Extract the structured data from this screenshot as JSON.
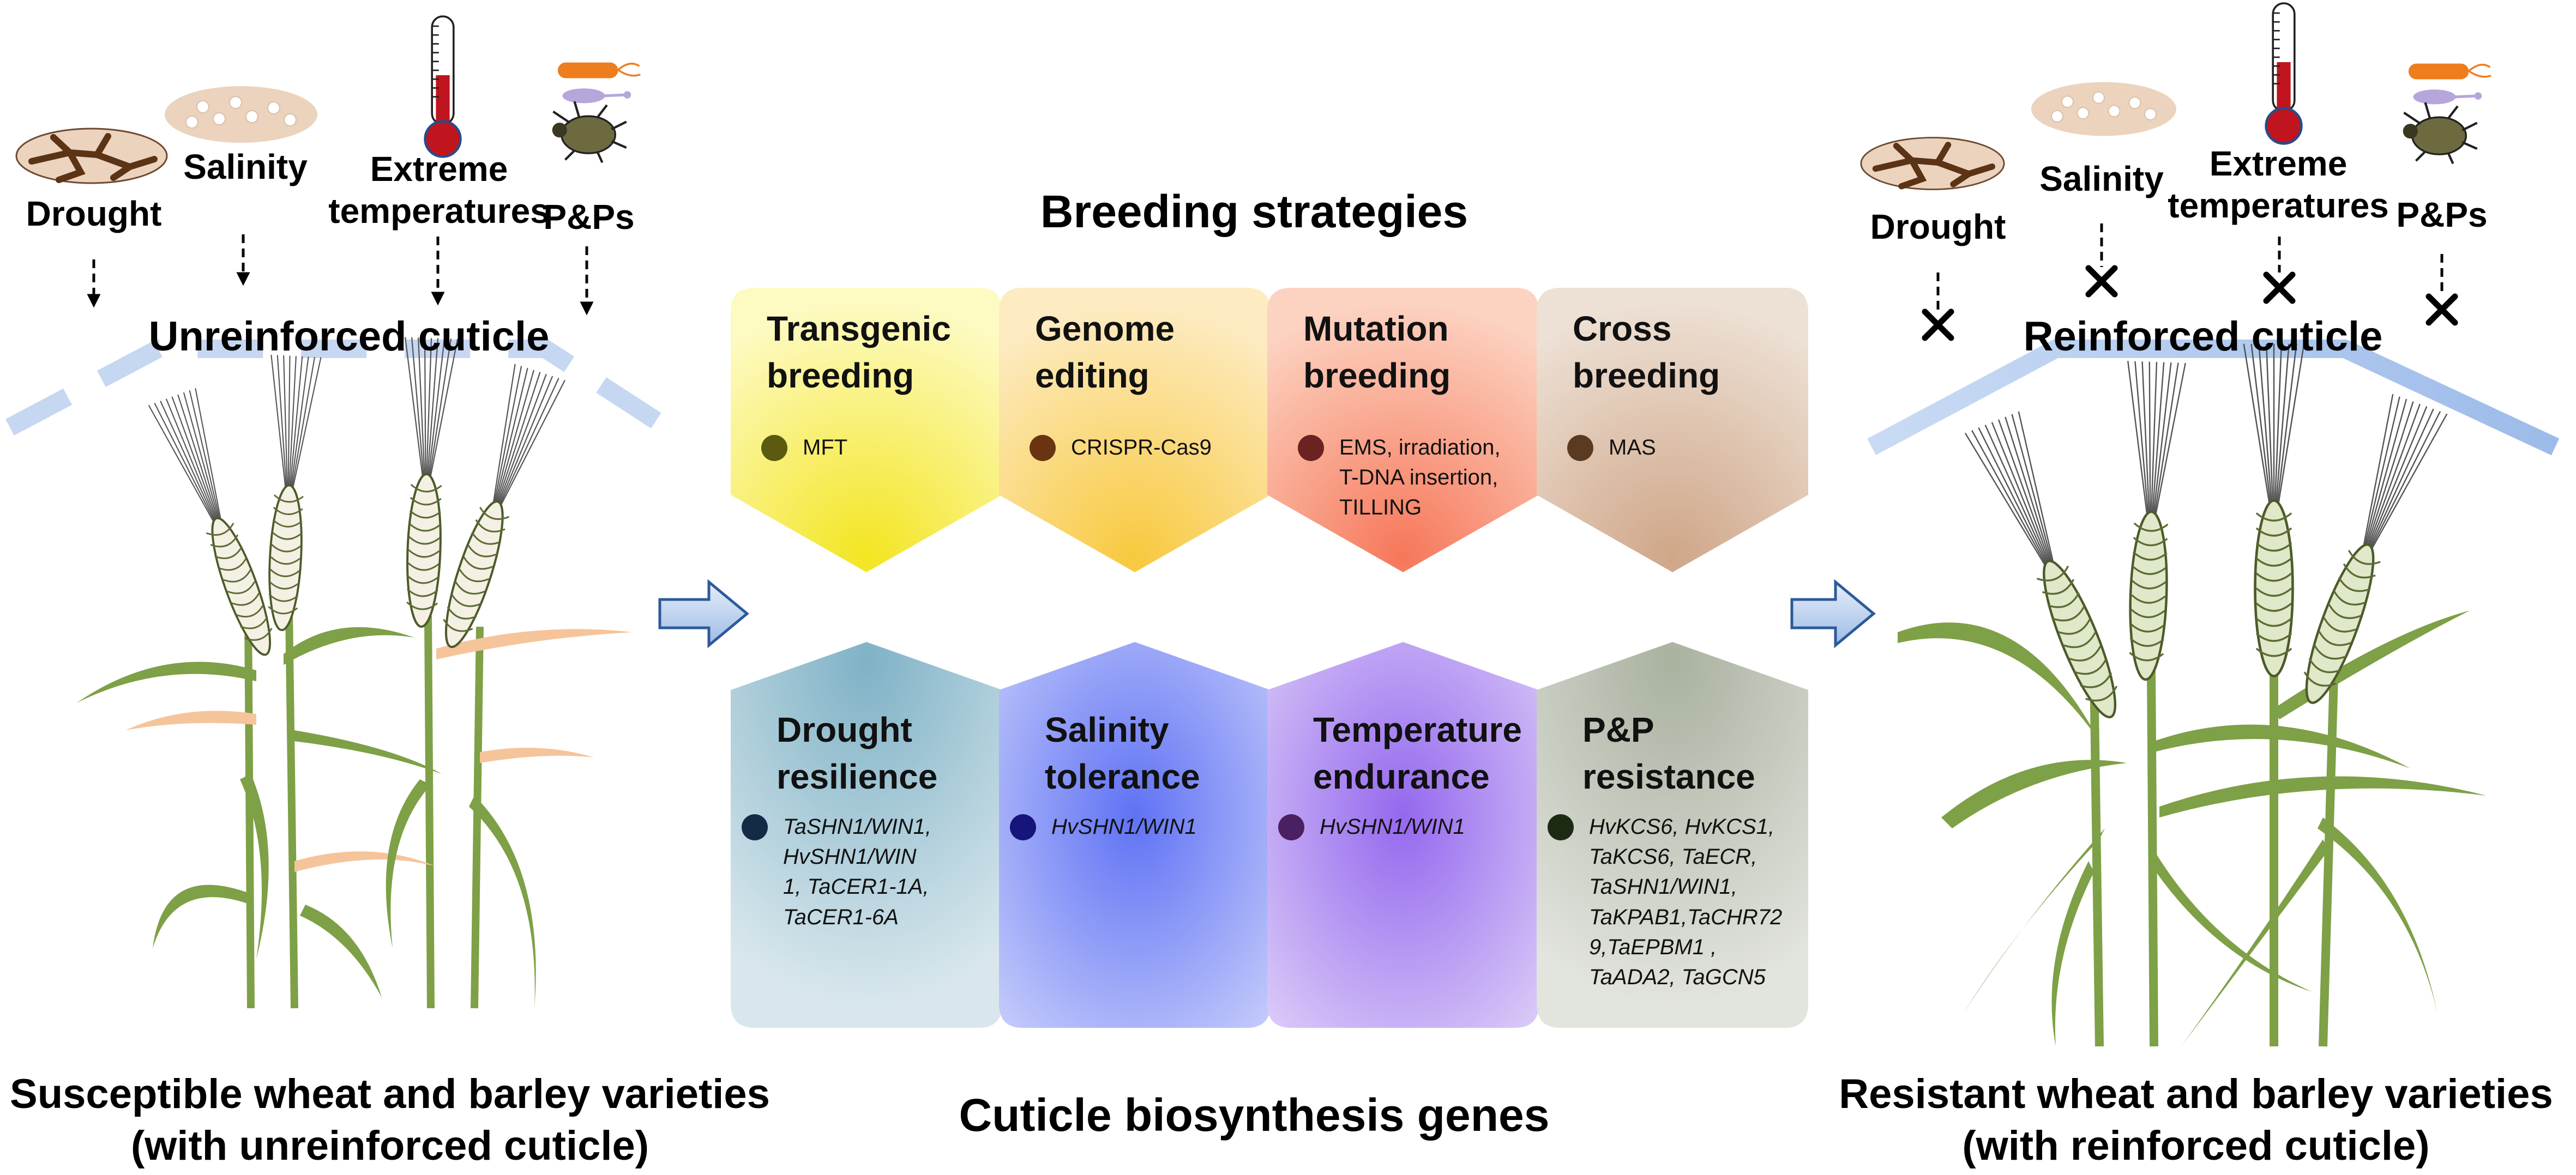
{
  "title_top": "Breeding strategies",
  "title_bottom": "Cuticle biosynthesis genes",
  "left": {
    "cuticle_label": "Unreinforced cuticle",
    "caption": [
      "Susceptible wheat and barley varieties",
      "(with unreinforced cuticle)"
    ],
    "stresses": [
      "Drought",
      "Salinity",
      "Extreme temperatures",
      "P&Ps"
    ]
  },
  "right": {
    "cuticle_label": "Reinforced cuticle",
    "caption": [
      "Resistant wheat and barley varieties",
      "(with reinforced cuticle)"
    ],
    "stresses": [
      "Drought",
      "Salinity",
      "Extreme temperatures",
      "P&Ps"
    ]
  },
  "strategies": [
    {
      "title": "Transgenic\nbreeding",
      "items": "MFT",
      "color": "#f7f06a",
      "dot": "#5a5a10"
    },
    {
      "title": "Genome\nediting",
      "items": "CRISPR-Cas9",
      "color": "#fbd27a",
      "dot": "#6b3410"
    },
    {
      "title": "Mutation\nbreeding",
      "items": "EMS, irradiation,\nT-DNA insertion,\nTILLING",
      "color": "#f89a7c",
      "dot": "#6b2222"
    },
    {
      "title": "Cross\nbreeding",
      "items": "MAS",
      "color": "#d8b9a2",
      "dot": "#5a3a20"
    }
  ],
  "traits": [
    {
      "title": "Drought\nresilience",
      "genes": "TaSHN1/WIN1,\nHvSHN1/WIN\n1, TaCER1-1A,\nTaCER1-6A",
      "color": "#a5c6d4",
      "dot": "#152a45"
    },
    {
      "title": "Salinity\ntolerance",
      "genes": "HvSHN1/WIN1",
      "color": "#8a98f2",
      "dot": "#15157a"
    },
    {
      "title": "Temperature\nendurance",
      "genes": "HvSHN1/WIN1",
      "color": "#b292ee",
      "dot": "#4a2060"
    },
    {
      "title": "P&P\nresistance",
      "genes": "HvKCS6, HvKCS1,\nTaKCS6, TaECR,\nTaSHN1/WIN1,\nTaKPAB1,TaCHR72\n9,TaEPBM1 ,\nTaADA2, TaGCN5",
      "color": "#c4c9bd",
      "dot": "#1c2a14"
    }
  ],
  "colors": {
    "stem": "#7ea046",
    "dry_leaf": "#f6c49a",
    "arrow_fill": "#c5d8f0",
    "arrow_stroke": "#3c6aa8",
    "cuticle_line": "#a9c4ec"
  },
  "icons": [
    "cracked-soil-icon",
    "salt-dish-icon",
    "thermometer-icon",
    "pest-icon",
    "cross-mark-icon"
  ]
}
